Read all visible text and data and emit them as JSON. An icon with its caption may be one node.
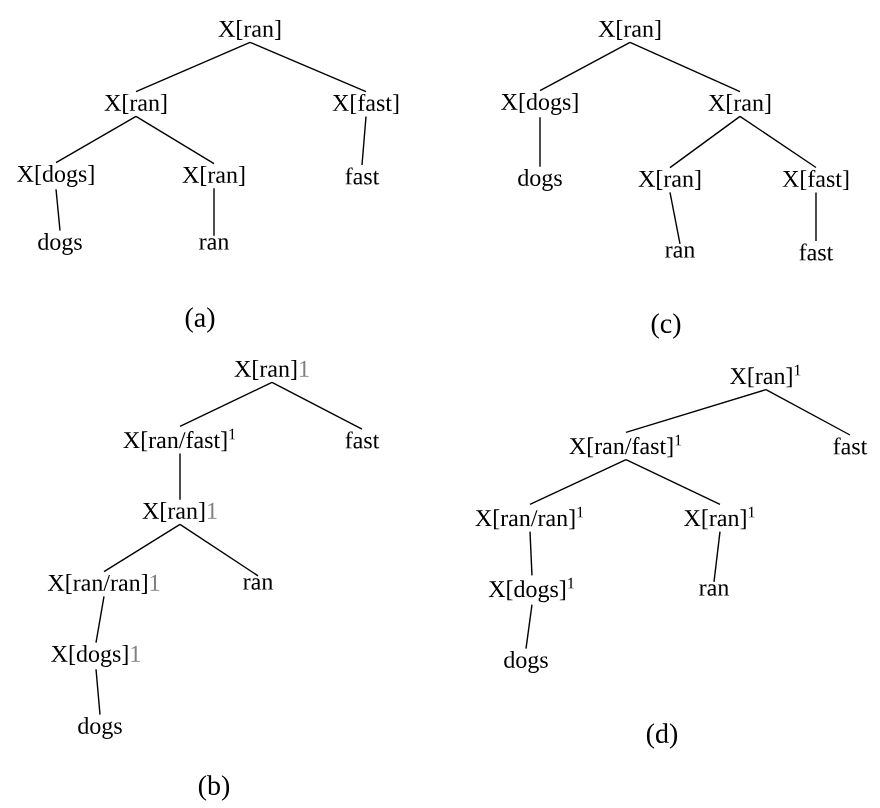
{
  "diagram": {
    "nodes": [
      {
        "text": [
          "X[ran]"
        ]
      },
      {
        "text": [
          "X[ran]"
        ]
      },
      {
        "text": [
          "X[fast]"
        ]
      },
      {
        "text": [
          "X[dogs]"
        ]
      },
      {
        "text": [
          "X[ran]"
        ]
      },
      {
        "text": [
          "dogs"
        ]
      },
      {
        "text": [
          "ran"
        ]
      },
      {
        "text": [
          "fast"
        ]
      },
      {
        "text": [
          "X[ran]"
        ]
      },
      {
        "text": [
          "X[dogs]"
        ]
      },
      {
        "text": [
          "X[ran]"
        ]
      },
      {
        "text": [
          "dogs"
        ]
      },
      {
        "text": [
          "X[ran]"
        ]
      },
      {
        "text": [
          "X[fast]"
        ]
      },
      {
        "text": [
          "ran"
        ]
      },
      {
        "text": [
          "fast"
        ]
      },
      {
        "text": [
          "X[ran]",
          "1"
        ]
      },
      {
        "text": [
          "X[ran/fast]$^{1}$"
        ]
      },
      {
        "text": [
          "fast"
        ]
      },
      {
        "text": [
          "X[ran]",
          "1"
        ]
      },
      {
        "text": [
          "X[ran/ran]",
          "1"
        ]
      },
      {
        "text": [
          "ran"
        ]
      },
      {
        "text": [
          "X[dogs]",
          "1"
        ]
      },
      {
        "text": [
          "dogs"
        ]
      },
      {
        "text": [
          "X[ran]$^{1}$"
        ]
      },
      {
        "text": [
          "X[ran/fast]$^{1}$"
        ]
      },
      {
        "text": [
          "fast"
        ]
      },
      {
        "text": [
          "X[ran/ran]$^{1}$"
        ]
      },
      {
        "text": [
          "X[ran]$^{1}$"
        ]
      },
      {
        "text": [
          "X[dogs]$^{1}$"
        ]
      },
      {
        "text": [
          "ran"
        ]
      },
      {
        "text": [
          "dogs"
        ]
      }
    ],
    "edges": [
      {
        "from": 0,
        "to": 1,
        "arrow": "none"
      },
      {
        "from": 0,
        "to": 2,
        "arrow": "none"
      },
      {
        "from": 1,
        "to": 3,
        "arrow": "none"
      },
      {
        "from": 1,
        "to": 4,
        "arrow": "none"
      },
      {
        "from": 3,
        "to": 5,
        "arrow": "none"
      },
      {
        "from": 4,
        "to": 6,
        "arrow": "none"
      },
      {
        "from": 2,
        "to": 7,
        "arrow": "none"
      },
      {
        "from": 8,
        "to": 9,
        "arrow": "none"
      },
      {
        "from": 8,
        "to": 10,
        "arrow": "none"
      },
      {
        "from": 9,
        "to": 11,
        "arrow": "none"
      },
      {
        "from": 10,
        "to": 12,
        "arrow": "none"
      },
      {
        "from": 10,
        "to": 13,
        "arrow": "none"
      },
      {
        "from": 12,
        "to": 14,
        "arrow": "none"
      },
      {
        "from": 13,
        "to": 15,
        "arrow": "none"
      },
      {
        "from": 16,
        "to": 17,
        "arrow": "none"
      },
      {
        "from": 16,
        "to": 18,
        "arrow": "none"
      },
      {
        "from": 17,
        "to": 19,
        "arrow": "none"
      },
      {
        "from": 19,
        "to": 20,
        "arrow": "none"
      },
      {
        "from": 19,
        "to": 21,
        "arrow": "none"
      },
      {
        "from": 20,
        "to": 22,
        "arrow": "none"
      },
      {
        "from": 22,
        "to": 23,
        "arrow": "none"
      },
      {
        "from": 24,
        "to": 25,
        "arrow": "none"
      },
      {
        "from": 24,
        "to": 26,
        "arrow": "none"
      },
      {
        "from": 25,
        "to": 27,
        "arrow": "none"
      },
      {
        "from": 25,
        "to": 28,
        "arrow": "none"
      },
      {
        "from": 27,
        "to": 29,
        "arrow": "none"
      },
      {
        "from": 28,
        "to": 30,
        "arrow": "none"
      },
      {
        "from": 29,
        "to": 31,
        "arrow": "none"
      }
    ],
    "labels": [
      "(a)",
      "(c)",
      "(b)",
      "(d)"
    ]
  }
}
